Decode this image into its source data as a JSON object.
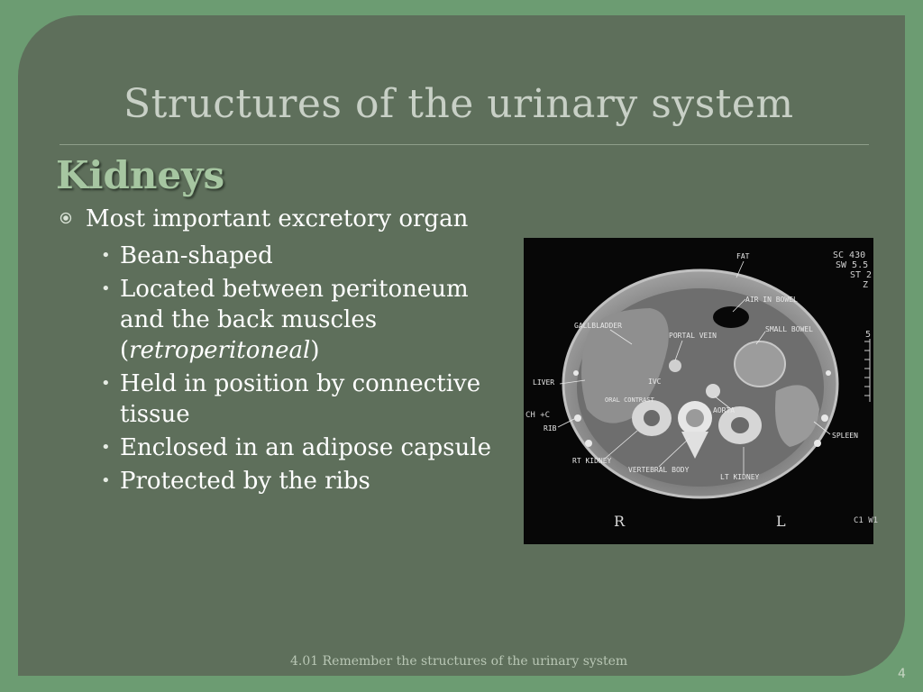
{
  "slide": {
    "title": "Structures of the urinary system",
    "subheading": "Kidneys",
    "main_bullet": "Most important excretory organ",
    "sub_bullets": [
      {
        "text": "Bean-shaped"
      },
      {
        "text_before": "Located between peritoneum and the back muscles (",
        "text_italic": "retroperitoneal",
        "text_after": ")"
      },
      {
        "text": "Held in position by connective tissue"
      },
      {
        "text": "Enclosed in an adipose capsule"
      },
      {
        "text": "Protected by the ribs"
      }
    ],
    "footer": "4.01 Remember the structures of the urinary system",
    "page_number": "4"
  },
  "ct_image": {
    "scanner_info": [
      "SC 430",
      "SW 5.5",
      "ST 2",
      "Z"
    ],
    "corner_label": "C1 W1",
    "left_edge_label": "CH +C",
    "labels": {
      "fat": "FAT",
      "air_in_bowel": "AIR IN BOWEL",
      "small_bowel": "SMALL BOWEL",
      "gallbladder": "GALLBLADDER",
      "portal_vein": "PORTAL VEIN",
      "ivc": "IVC",
      "liver": "LIVER",
      "oral_contrast": "ORAL CONTRAST",
      "rib": "RIB",
      "aorta": "AORTA",
      "spleen": "SPLEEN",
      "rt_kidney": "RT KIDNEY",
      "vertebral_body": "VERTEBRAL BODY",
      "lt_kidney": "LT KIDNEY",
      "right": "R",
      "left": "L"
    },
    "scale_digit": "5"
  }
}
